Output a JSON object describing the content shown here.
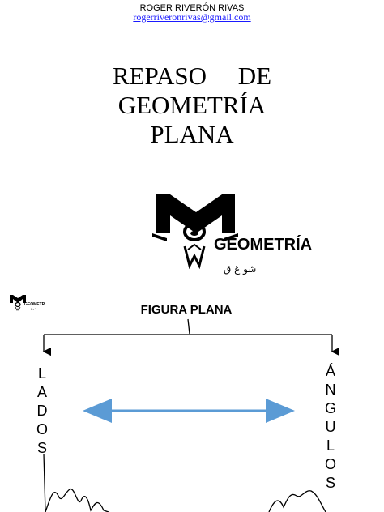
{
  "header": {
    "author": "ROGER RIVERÓN RIVAS",
    "email": "rogerriveronrivas@gmail.com"
  },
  "title": {
    "line1": "REPASO     DE",
    "line2": "GEOMETRÍA",
    "line3": "PLANA"
  },
  "logo": {
    "wordmark": "GEOMETRÍA",
    "tagline": "شو غ ق"
  },
  "diagram": {
    "root_label": "FIGURA PLANA",
    "left_branch": [
      "L",
      "A",
      "D",
      "O",
      "S"
    ],
    "right_branch": [
      "Á",
      "N",
      "G",
      "U",
      "L",
      "O",
      "S"
    ]
  },
  "colors": {
    "arrow": "#5b9bd5",
    "email": "#1a1aff"
  }
}
